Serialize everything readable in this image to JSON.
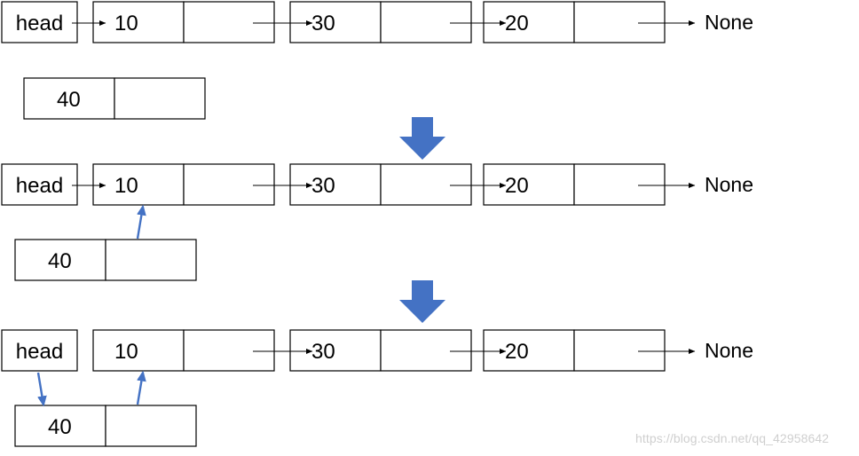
{
  "colors": {
    "box_stroke": "#000000",
    "pointer_black": "#000000",
    "pointer_blue": "#4472c4",
    "transition_arrow": "#4472c4",
    "watermark": "#cfcfcf"
  },
  "stages": [
    {
      "head_label": "head",
      "nodes": [
        "10",
        "30",
        "20"
      ],
      "tail_label": "None",
      "new_node": "40",
      "new_node_links_to_first": false,
      "head_points_to_new_node": false
    },
    {
      "head_label": "head",
      "nodes": [
        "10",
        "30",
        "20"
      ],
      "tail_label": "None",
      "new_node": "40",
      "new_node_links_to_first": true,
      "head_points_to_new_node": false
    },
    {
      "head_label": "head",
      "nodes": [
        "10",
        "30",
        "20"
      ],
      "tail_label": "None",
      "new_node": "40",
      "new_node_links_to_first": true,
      "head_points_to_new_node": true
    }
  ],
  "transition_arrow_icon": "down-arrow-icon",
  "watermark": "https://blog.csdn.net/qq_42958642"
}
